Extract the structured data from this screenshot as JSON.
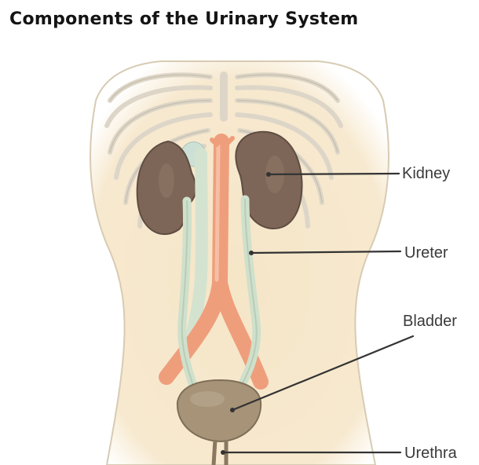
{
  "title": "Components of the Urinary System",
  "labels": {
    "kidney": "Kidney",
    "ureter": "Ureter",
    "bladder": "Bladder",
    "urethra": "Urethra"
  },
  "colors": {
    "skin": "#f6e6c8",
    "kidney": "#7d6657",
    "artery": "#ef9e7c",
    "vein_and_ureter": "#cfe0cc",
    "ribs": "#e2dccf",
    "bladder": "#a69378",
    "leader_line": "#333333"
  }
}
